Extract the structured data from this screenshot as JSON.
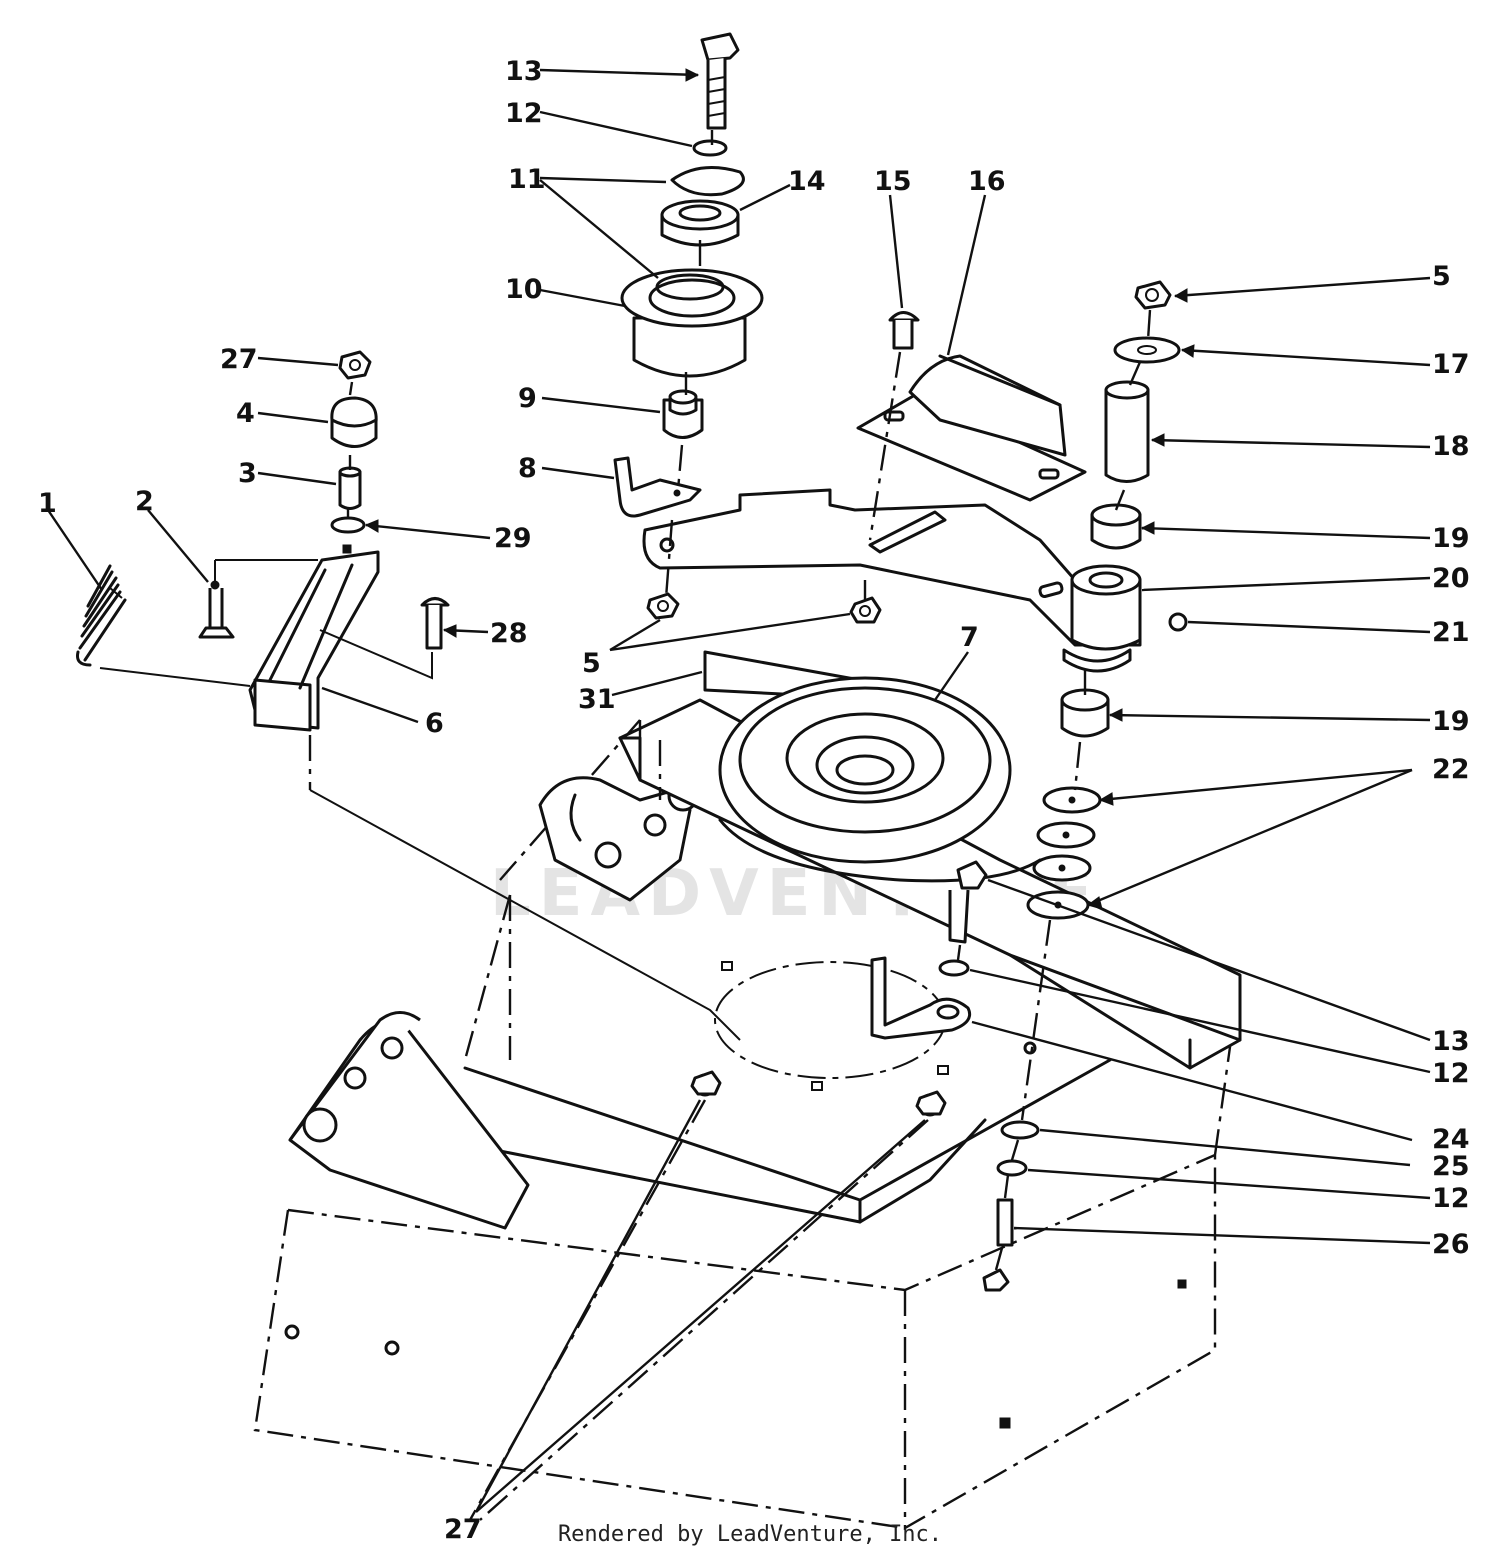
{
  "diagram": {
    "watermark": "LEADVENTURE",
    "credit": "Rendered by LeadVenture, Inc.",
    "callouts": [
      "13",
      "12",
      "11",
      "14",
      "10",
      "15",
      "16",
      "5",
      "17",
      "27",
      "4",
      "9",
      "18",
      "8",
      "3",
      "1",
      "2",
      "29",
      "19",
      "20",
      "21",
      "28",
      "5",
      "6",
      "7",
      "31",
      "19",
      "22",
      "13",
      "12",
      "24",
      "25",
      "12",
      "26",
      "27"
    ]
  }
}
